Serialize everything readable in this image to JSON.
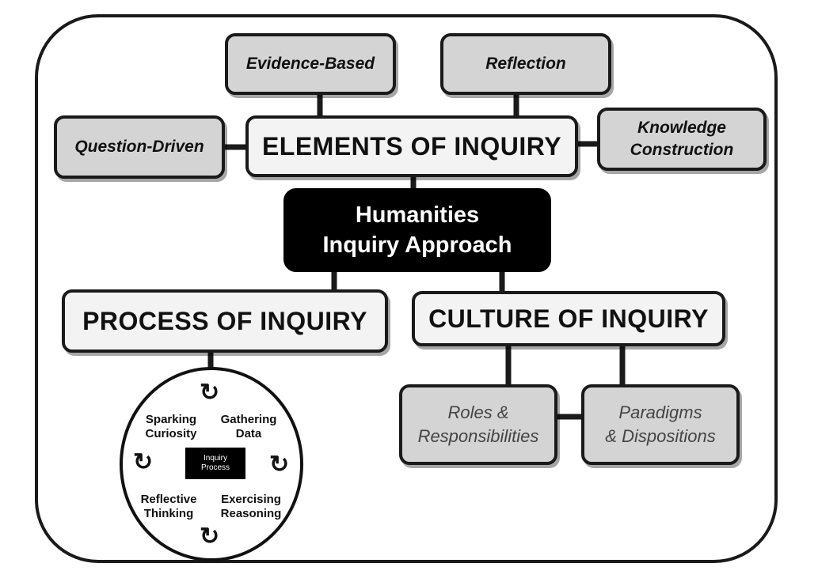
{
  "center": {
    "line1": "Humanities",
    "line2": "Inquiry Approach"
  },
  "elements": {
    "title": "ELEMENTS OF INQUIRY",
    "evidence": "Evidence-Based",
    "reflection": "Reflection",
    "question": "Question-Driven",
    "knowledge_line1": "Knowledge",
    "knowledge_line2": "Construction"
  },
  "process": {
    "title": "PROCESS OF INQUIRY",
    "cycle_center_line1": "Inquiry",
    "cycle_center_line2": "Process",
    "steps": [
      {
        "line1": "Sparking",
        "line2": "Curiosity"
      },
      {
        "line1": "Gathering",
        "line2": "Data"
      },
      {
        "line1": "Exercising",
        "line2": "Reasoning"
      },
      {
        "line1": "Reflective",
        "line2": "Thinking"
      }
    ]
  },
  "culture": {
    "title": "CULTURE OF INQUIRY",
    "roles_line1": "Roles &",
    "roles_line2": "Responsibilities",
    "paradigms_line1": "Paradigms",
    "paradigms_line2": "& Dispositions"
  }
}
